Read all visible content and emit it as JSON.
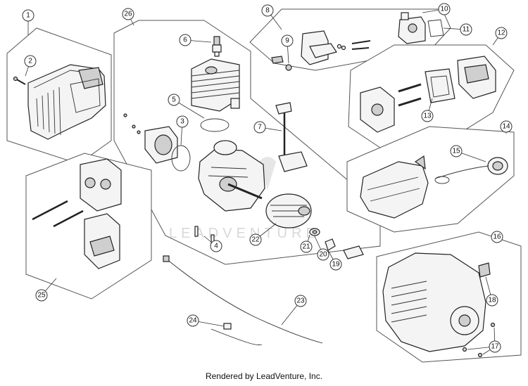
{
  "callouts": {
    "c1": "1",
    "c2": "2",
    "c3": "3",
    "c4": "4",
    "c5": "5",
    "c6": "6",
    "c7": "7",
    "c8": "8",
    "c9": "9",
    "c10": "10",
    "c11": "11",
    "c12": "12",
    "c13": "13",
    "c14": "14",
    "c15": "15",
    "c16": "16",
    "c17": "17",
    "c18": "18",
    "c19": "19",
    "c20": "20",
    "c21": "21",
    "c22": "22",
    "c23": "23",
    "c24": "24",
    "c25": "25",
    "c26": "26"
  },
  "watermark": "LEADVENTURE",
  "footer": "Rendered by LeadVenture, Inc."
}
